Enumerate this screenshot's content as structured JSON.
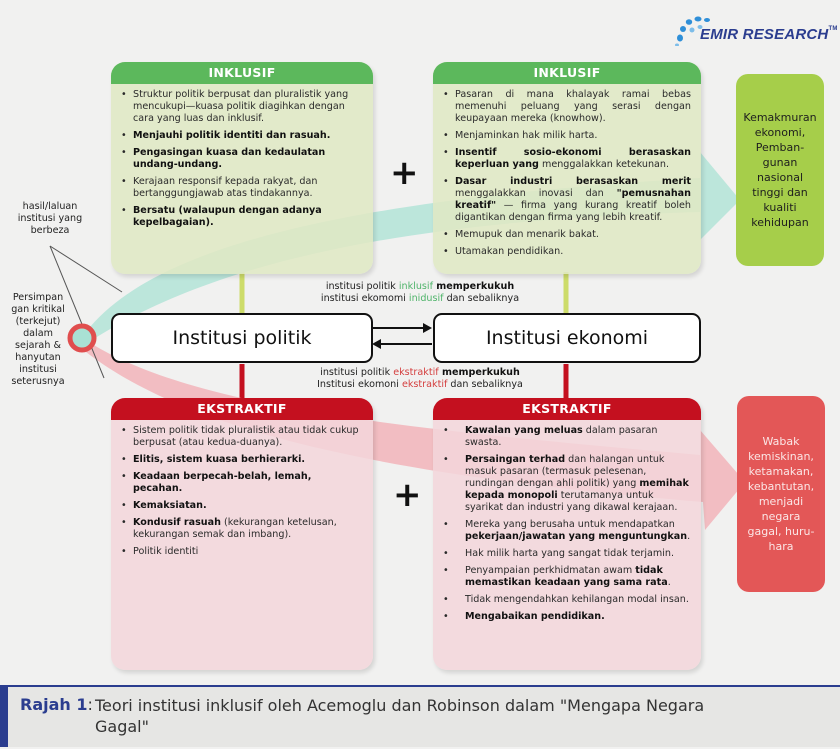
{
  "logo": {
    "name": "EMIR RESEARCH",
    "tm": "TM",
    "color": "#2b3d8f"
  },
  "colors": {
    "inclusive_header": "#5cb85c",
    "extractive_header": "#c4101f",
    "prosperity_box": "#a6ce4a",
    "failure_box": "#e35757",
    "caption_accent": "#2b3d8f",
    "inclusive_arrow": "#9fdccf",
    "extractive_arrow": "#ef9aa2"
  },
  "inclusive_political": {
    "header": "INKLUSIF",
    "items": [
      {
        "bold": "",
        "text": "Struktur politik berpusat dan pluralistik yang mencukupi—kuasa politik diagihkan dengan cara yang luas dan inklusif."
      },
      {
        "bold": "Menjauhi politik identiti dan rasuah.",
        "text": ""
      },
      {
        "bold": "Pengasingan kuasa dan kedaulatan undang-undang.",
        "text": ""
      },
      {
        "bold": "",
        "text": "Kerajaan responsif kepada rakyat, dan bertanggungjawab atas tindakannya."
      },
      {
        "bold": "Bersatu (walaupun dengan adanya kepelbagaian).",
        "text": ""
      }
    ]
  },
  "inclusive_economic": {
    "header": "INKLUSIF",
    "items": [
      {
        "bold": "",
        "text": "Pasaran di mana khalayak ramai bebas memenuhi peluang yang serasi dengan keupayaan mereka (knowhow).",
        "bold2": "",
        "text2": ""
      },
      {
        "bold": "",
        "text": "Menjaminkan hak milik harta.",
        "bold2": "",
        "text2": ""
      },
      {
        "bold": "Insentif sosio-ekonomi berasaskan keperluan yang",
        "text": " menggalakkan ketekunan.",
        "bold2": "",
        "text2": ""
      },
      {
        "bold": "Dasar industri berasaskan merit",
        "text": " menggalakkan inovasi dan ",
        "bold2": "\"pemusnahan kreatif\"",
        "text2": " — firma yang kurang kreatif boleh digantikan dengan firma yang lebih kreatif."
      },
      {
        "bold": "",
        "text": "Memupuk dan menarik bakat.",
        "bold2": "",
        "text2": ""
      },
      {
        "bold": "",
        "text": "Utamakan pendidikan.",
        "bold2": "",
        "text2": ""
      }
    ]
  },
  "extractive_political": {
    "header": "EKSTRAKTIF",
    "items": [
      {
        "bold": "",
        "text": "Sistem politik tidak pluralistik atau tidak cukup berpusat (atau kedua-duanya)."
      },
      {
        "bold": "Elitis, sistem kuasa berhierarki.",
        "text": ""
      },
      {
        "bold": "Keadaan berpecah-belah, lemah, pecahan.",
        "text": ""
      },
      {
        "bold": "Kemaksiatan.",
        "text": ""
      },
      {
        "bold": "Kondusif rasuah",
        "text": " (kekurangan ketelusan, kekurangan semak dan imbang)."
      },
      {
        "bold": "",
        "text": "Politik identiti"
      }
    ]
  },
  "extractive_economic": {
    "header": "EKSTRAKTIF",
    "items": [
      {
        "b1": "Kawalan yang meluas",
        "t1": " dalam pasaran swasta.",
        "b2": "",
        "t2": ""
      },
      {
        "b1": "Persaingan terhad",
        "t1": " dan halangan untuk masuk pasaran (termasuk pelesenan, rundingan dengan ahli politik) yang ",
        "b2": "memihak kepada monopoli",
        "t2": " terutamanya untuk syarikat dan industri yang dikawal kerajaan."
      },
      {
        "b1": "",
        "t1": "Mereka yang berusaha untuk mendapatkan ",
        "b2": "pekerjaan/jawatan yang menguntungkan",
        "t2": "."
      },
      {
        "b1": "",
        "t1": "Hak milik harta yang sangat tidak terjamin.",
        "b2": "",
        "t2": ""
      },
      {
        "b1": "",
        "t1": "Penyampaian perkhidmatan awam ",
        "b2": "tidak memastikan keadaan yang sama rata",
        "t2": "."
      },
      {
        "b1": "",
        "t1": "Tidak mengendahkan  kehilangan modal insan.",
        "b2": "",
        "t2": ""
      },
      {
        "b1": "Mengabaikan pendidikan.",
        "t1": "",
        "b2": "",
        "t2": ""
      }
    ]
  },
  "plus_sign": "+",
  "institutions": {
    "political": "Institusi politik",
    "economic": "Institusi ekonomi"
  },
  "reinforce_inclusive": {
    "line1_pre": "institusi politik ",
    "line1_kw": "inklusif",
    "line1_bold": " memperkukuh",
    "line2_pre": "institusi ekomomi ",
    "line2_kw": "inidusif",
    "line2_post": " dan sebaliknya"
  },
  "reinforce_extractive": {
    "line1_pre": "institusi politik ",
    "line1_kw": "ekstraktif",
    "line1_bold": " memperkukuh",
    "line2_pre": "Institusi ekomoni ",
    "line2_kw": "ekstraktif",
    "line2_post": " dan sebaliknya"
  },
  "side_labels": {
    "divergent": "hasil/laluan institusi yang berbeza",
    "critical": "Persimpan gan kritikal (terkejut) dalam sejarah & hanyutan institusi seterusnya"
  },
  "outcomes": {
    "good": "Kemakmuran ekonomi, Pemban-gunan nasional tinggi dan kualiti kehidupan",
    "bad": "Wabak kemiskinan, ketamakan, kebantutan, menjadi negara gagal, huru-hara"
  },
  "caption": {
    "label": "Rajah 1",
    "colon": ":",
    "text": "Teori institusi inklusif oleh Acemoglu dan Robinson dalam \"Mengapa Negara Gagal\""
  }
}
